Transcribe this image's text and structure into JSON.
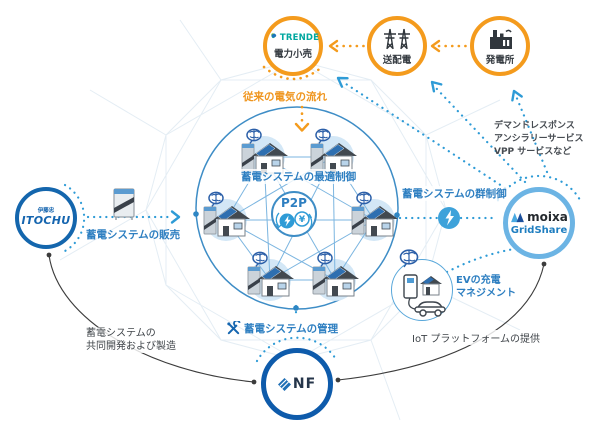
{
  "top": {
    "retail_brand": "TRENDE",
    "retail_label": "電力小売",
    "transmission_label": "送配電",
    "plant_label": "発電所",
    "flow_label": "従来の電気の流れ"
  },
  "center": {
    "optimal_label": "蓄電システムの最適制御",
    "p2p_label": "P2P",
    "yen_symbol": "¥"
  },
  "left": {
    "brand_jp": "伊藤忠",
    "brand": "ITOCHU",
    "sales_label": "蓄電システムの販売"
  },
  "right": {
    "brand": "moixa",
    "brand_sub": "GridShare",
    "group_label": "蓄電システムの群制御",
    "vpp_line1": "デマンドレスポンス",
    "vpp_line2": "アンシラリーサービス",
    "vpp_line3": "VPP サービスなど",
    "ev_line1": "EVの充電",
    "ev_line2": "マネジメント",
    "iot_label": "IoT プラットフォームの提供"
  },
  "bottom": {
    "brand": "NF",
    "manage_label": "蓄電システムの管理",
    "codev_line1": "蓄電システムの",
    "codev_line2": "共同開発および製造"
  },
  "colors": {
    "orange": "#F49B1D",
    "label_blue": "#2E7FC1",
    "dot_blue": "#2E9BD6",
    "itochu_ring": "#1466AD",
    "moixa_ring": "#6CB4E4",
    "nf_ring": "#0E5BAB",
    "trende_teal": "#00A79F",
    "cluster_fill": "#D3E7F6",
    "dark_text": "#3F4449"
  },
  "icons": {
    "trende-pinwheel-icon": "three petal pinwheel",
    "transmission-tower-icon": "power pylons",
    "factory-icon": "power plant",
    "battery-unit-icon": "storage battery cabinet",
    "house-solar-icon": "house with solar roof",
    "ai-brain-icon": "AI brain",
    "lightning-icon": "bolt in blue circle",
    "yen-coin-icon": "yen symbol coin",
    "wrench-tools-icon": "crossed tools",
    "moixa-mark-icon": "moixa two-tone mark",
    "nf-diamond-icon": "striped diamond",
    "ev-charging-icon": "EV charger, house and car"
  }
}
